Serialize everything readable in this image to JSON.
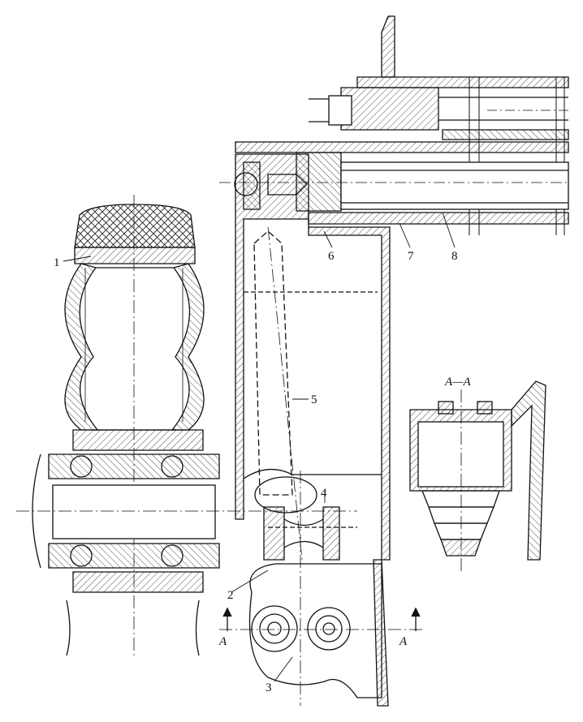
{
  "figure": {
    "callouts": {
      "c1": "1",
      "c2": "2",
      "c3": "3",
      "c4": "4",
      "c5": "5",
      "c6": "6",
      "c7": "7",
      "c8": "8"
    },
    "section_marker": "A",
    "section_title": "A—A"
  }
}
